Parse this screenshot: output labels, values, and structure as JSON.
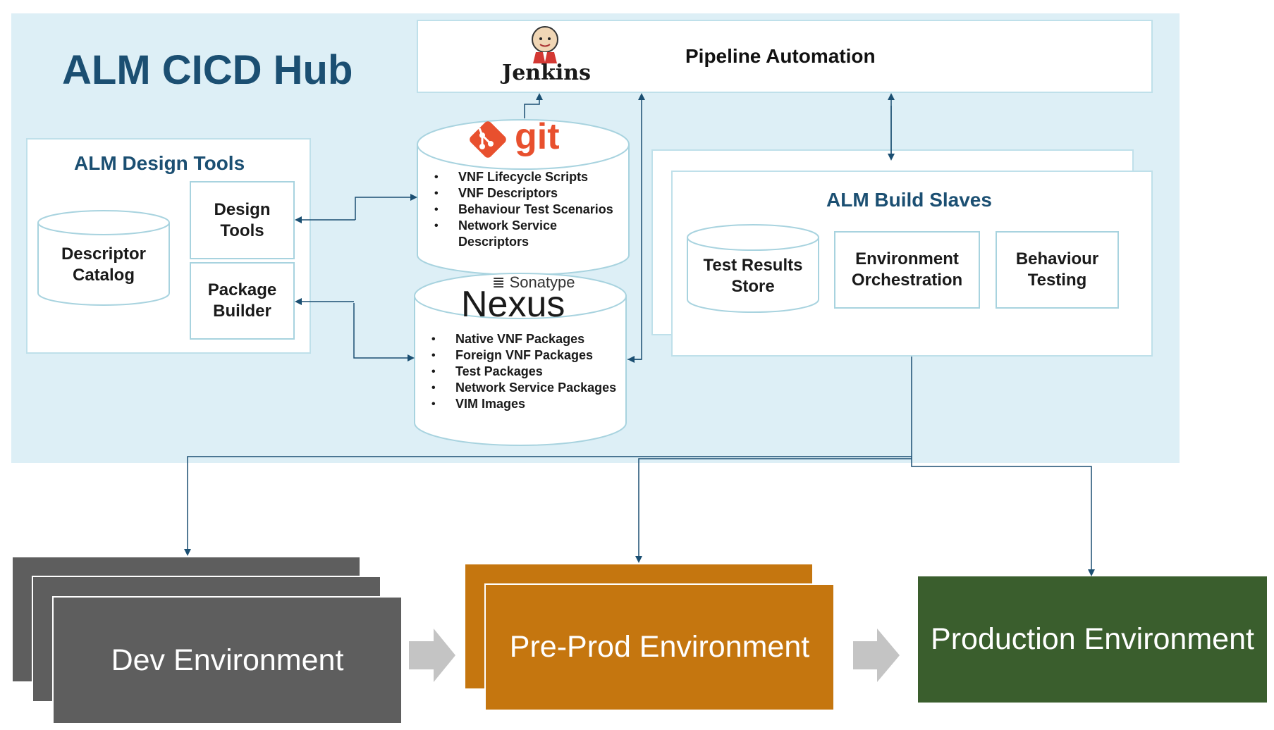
{
  "hub": {
    "title": "ALM CICD Hub"
  },
  "pipeline": {
    "jenkins_label": "Jenkins",
    "title": "Pipeline Automation"
  },
  "design_tools": {
    "title": "ALM Design Tools",
    "descriptor_catalog": "Descriptor Catalog",
    "design_tools_box": "Design Tools",
    "package_builder": "Package Builder"
  },
  "git": {
    "logo_text": "git",
    "items": [
      "VNF Lifecycle Scripts",
      "VNF Descriptors",
      "Behaviour Test Scenarios",
      "Network Service Descriptors"
    ]
  },
  "nexus": {
    "brand_small": "Sonatype",
    "brand_large": "Nexus",
    "items": [
      "Native VNF Packages",
      "Foreign VNF Packages",
      "Test Packages",
      "Network Service Packages",
      "VIM Images"
    ]
  },
  "build_slaves": {
    "title": "ALM Build Slaves",
    "test_results_store": "Test Results Store",
    "environment_orchestration": "Environment Orchestration",
    "behaviour_testing": "Behaviour Testing"
  },
  "environments": {
    "dev": "Dev Environment",
    "preprod": "Pre-Prod Environment",
    "prod": "Production Environment"
  },
  "colors": {
    "hub_bg": "#ddeff6",
    "title_blue": "#1b4f72",
    "connector": "#1b4f72",
    "dev": "#5e5e5e",
    "preprod": "#c5760f",
    "prod": "#3a5e2d",
    "git": "#e8502e"
  }
}
